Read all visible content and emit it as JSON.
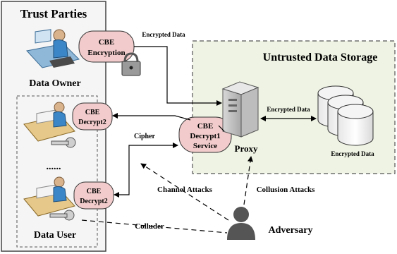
{
  "panels": {
    "trust_title": "Trust Parties",
    "storage_title": "Untrusted Data Storage"
  },
  "actors": {
    "data_owner": "Data Owner",
    "data_user": "Data User",
    "proxy": "Proxy",
    "adversary": "Adversary",
    "ellipsis": "......"
  },
  "bubbles": {
    "encryption_line1": "CBE",
    "encryption_line2": "Encryption",
    "decrypt2_top_line1": "CBE",
    "decrypt2_top_line2": "Decrypt2",
    "decrypt2_bottom_line1": "CBE",
    "decrypt2_bottom_line2": "Decrypt2",
    "service_line1": "CBE",
    "service_line2": "Decrypt1",
    "service_line3": "Service"
  },
  "edges": {
    "encrypted_data_top": "Encrypted Data",
    "encrypted_data_proxy": "Encrypted Data",
    "cipher": "Cipher",
    "channel_attacks": "Channel Attacks",
    "collusion_attacks": "Collusion Attacks",
    "colluder": "Colluder"
  },
  "storage": {
    "db_label": "Encrypted Data"
  },
  "colors": {
    "bubble_fill": "#f2cccc",
    "storage_fill": "#eef3e3",
    "trust_fill": "#f5f5f5",
    "adversary": "#555555"
  }
}
